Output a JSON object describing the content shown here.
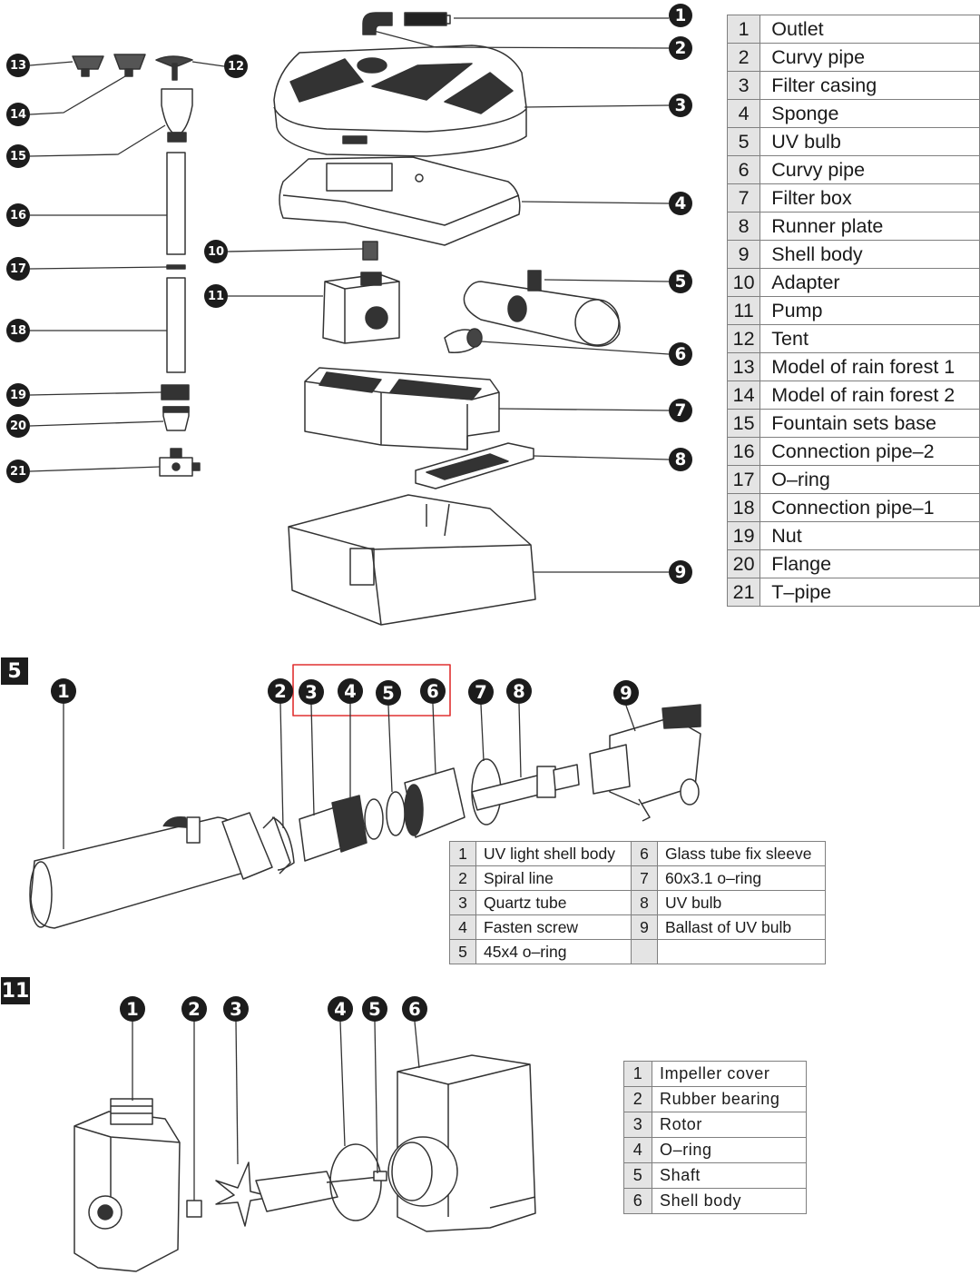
{
  "main_parts": [
    {
      "num": "1",
      "name": "Outlet"
    },
    {
      "num": "2",
      "name": "Curvy pipe"
    },
    {
      "num": "3",
      "name": "Filter casing"
    },
    {
      "num": "4",
      "name": "Sponge"
    },
    {
      "num": "5",
      "name": "UV bulb"
    },
    {
      "num": "6",
      "name": "Curvy pipe"
    },
    {
      "num": "7",
      "name": "Filter box"
    },
    {
      "num": "8",
      "name": "Runner plate"
    },
    {
      "num": "9",
      "name": "Shell body"
    },
    {
      "num": "10",
      "name": "Adapter"
    },
    {
      "num": "11",
      "name": "Pump"
    },
    {
      "num": "12",
      "name": "Tent"
    },
    {
      "num": "13",
      "name": "Model of rain forest 1"
    },
    {
      "num": "14",
      "name": "Model of rain forest 2"
    },
    {
      "num": "15",
      "name": "Fountain sets base"
    },
    {
      "num": "16",
      "name": "Connection pipe–2"
    },
    {
      "num": "17",
      "name": "O–ring"
    },
    {
      "num": "18",
      "name": "Connection pipe–1"
    },
    {
      "num": "19",
      "name": "Nut"
    },
    {
      "num": "20",
      "name": "Flange"
    },
    {
      "num": "21",
      "name": "T–pipe"
    }
  ],
  "uv_section": {
    "label": "5",
    "rows": [
      {
        "n1": "1",
        "p1": "UV light shell body",
        "n2": "6",
        "p2": "Glass tube fix sleeve"
      },
      {
        "n1": "2",
        "p1": "Spiral line",
        "n2": "7",
        "p2": "60x3.1 o–ring"
      },
      {
        "n1": "3",
        "p1": "Quartz tube",
        "n2": "8",
        "p2": "UV bulb"
      },
      {
        "n1": "4",
        "p1": "Fasten screw",
        "n2": "9",
        "p2": "Ballast of UV bulb"
      },
      {
        "n1": "5",
        "p1": "45x4 o–ring",
        "n2": "",
        "p2": ""
      }
    ]
  },
  "pump_section": {
    "label": "11",
    "rows": [
      {
        "num": "1",
        "name": "Impeller cover"
      },
      {
        "num": "2",
        "name": "Rubber bearing"
      },
      {
        "num": "3",
        "name": "Rotor"
      },
      {
        "num": "4",
        "name": "O–ring"
      },
      {
        "num": "5",
        "name": "Shaft"
      },
      {
        "num": "6",
        "name": "Shell body"
      }
    ]
  },
  "colors": {
    "badge": "#1c1c1c",
    "line": "#333333",
    "table_num_bg": "#e4e4e4",
    "highlight_box": "#e03030"
  }
}
